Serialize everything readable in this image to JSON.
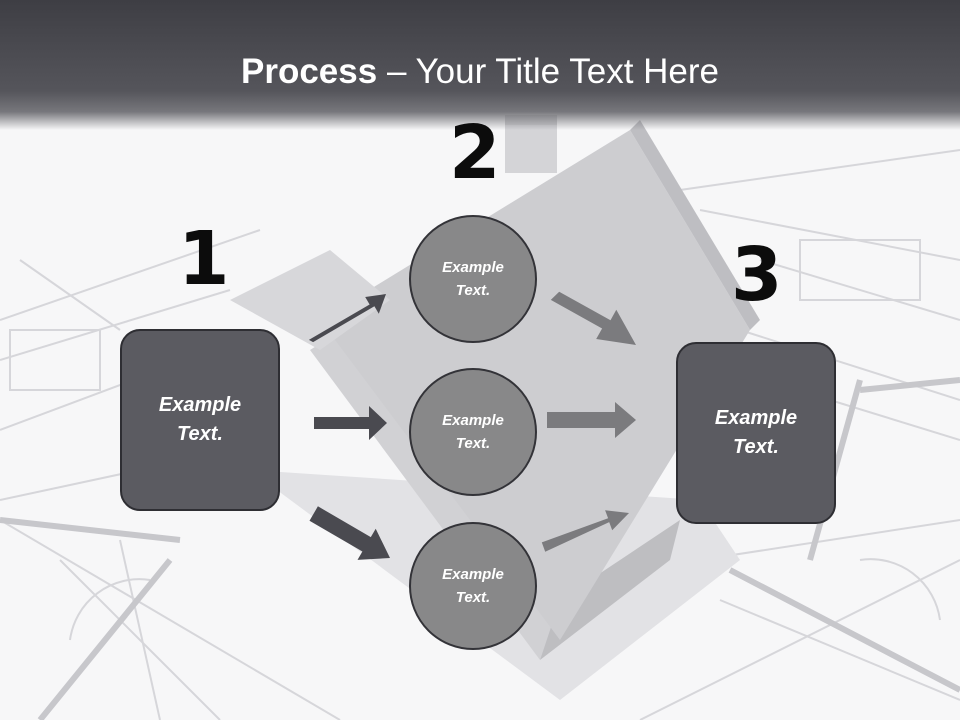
{
  "slide": {
    "title_bold": "Process",
    "title_rest": " – Your Title Text Here"
  },
  "steps": {
    "step1": {
      "number": "1",
      "line1": "Example",
      "line2": "Text."
    },
    "step2": {
      "number": "2",
      "circles": [
        {
          "line1": "Example",
          "line2": "Text."
        },
        {
          "line1": "Example",
          "line2": "Text."
        },
        {
          "line1": "Example",
          "line2": "Text."
        }
      ]
    },
    "step3": {
      "number": "3",
      "line1": "Example",
      "line2": "Text."
    }
  },
  "colors": {
    "box_fill": "#5b5b61",
    "circle_fill": "#888889",
    "left_arrows": "#4a4a50",
    "right_arrows": "#7b7b7e"
  }
}
